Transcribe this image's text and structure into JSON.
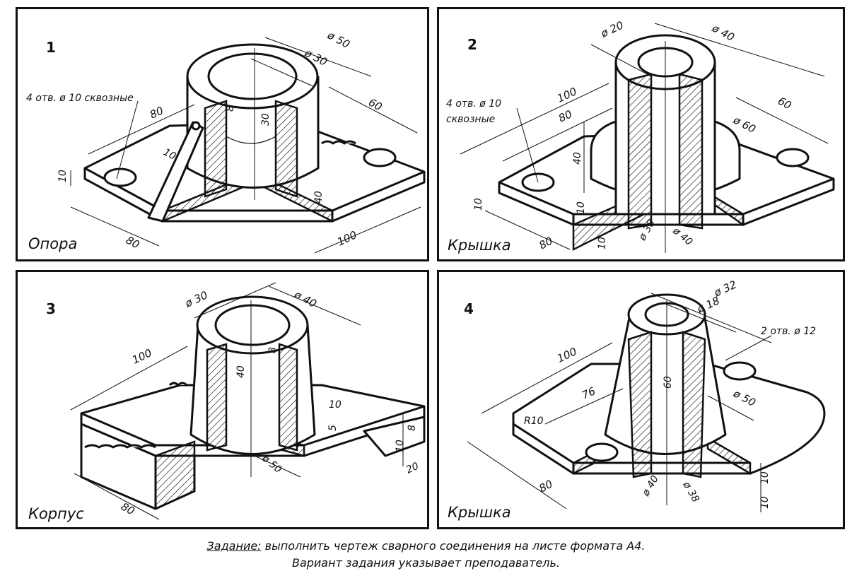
{
  "panels": [
    {
      "number": "1",
      "name": "Опора",
      "labels": {
        "holes": "4 отв. ø 10 сквозные",
        "d50": "ø 50",
        "d30": "ø 30",
        "l80": "80",
        "l60": "60",
        "l10a": "10",
        "l10b": "10",
        "h8": "8",
        "h30": "30",
        "h40": "40",
        "w80": "80",
        "w100": "100"
      }
    },
    {
      "number": "2",
      "name": "Крышка",
      "labels": {
        "holes1": "4 отв. ø 10",
        "holes2": "сквозные",
        "d20": "ø 20",
        "d40": "ø 40",
        "l100": "100",
        "l80": "80",
        "l60": "60",
        "d60": "ø 60",
        "h40": "40",
        "h10a": "10",
        "h10b": "10",
        "h10c": "10",
        "d38": "ø 38",
        "d40b": "ø 40",
        "w80": "80"
      }
    },
    {
      "number": "3",
      "name": "Корпус",
      "labels": {
        "d30": "ø 30",
        "d40": "ø 40",
        "l100": "100",
        "h8": "8",
        "h40": "40",
        "t10": "10",
        "t5": "5",
        "s8": "8",
        "s10": "10",
        "s20": "20",
        "d50": "ø 50",
        "w80": "80"
      }
    },
    {
      "number": "4",
      "name": "Крышка",
      "labels": {
        "d32": "ø 32",
        "d18": "ø 18",
        "holes": "2 отв. ø 12",
        "l100": "100",
        "r10": "R10",
        "l76": "76",
        "h60": "60",
        "d50": "ø 50",
        "d40": "ø 40",
        "d38": "ø 38",
        "h10a": "10",
        "h10b": "10",
        "w80": "80"
      }
    }
  ],
  "footer": {
    "task_label": "Задание:",
    "task_text": " выполнить чертеж сварного соединения на листе формата А4.",
    "line2": "Вариант задания указывает преподаватель."
  }
}
